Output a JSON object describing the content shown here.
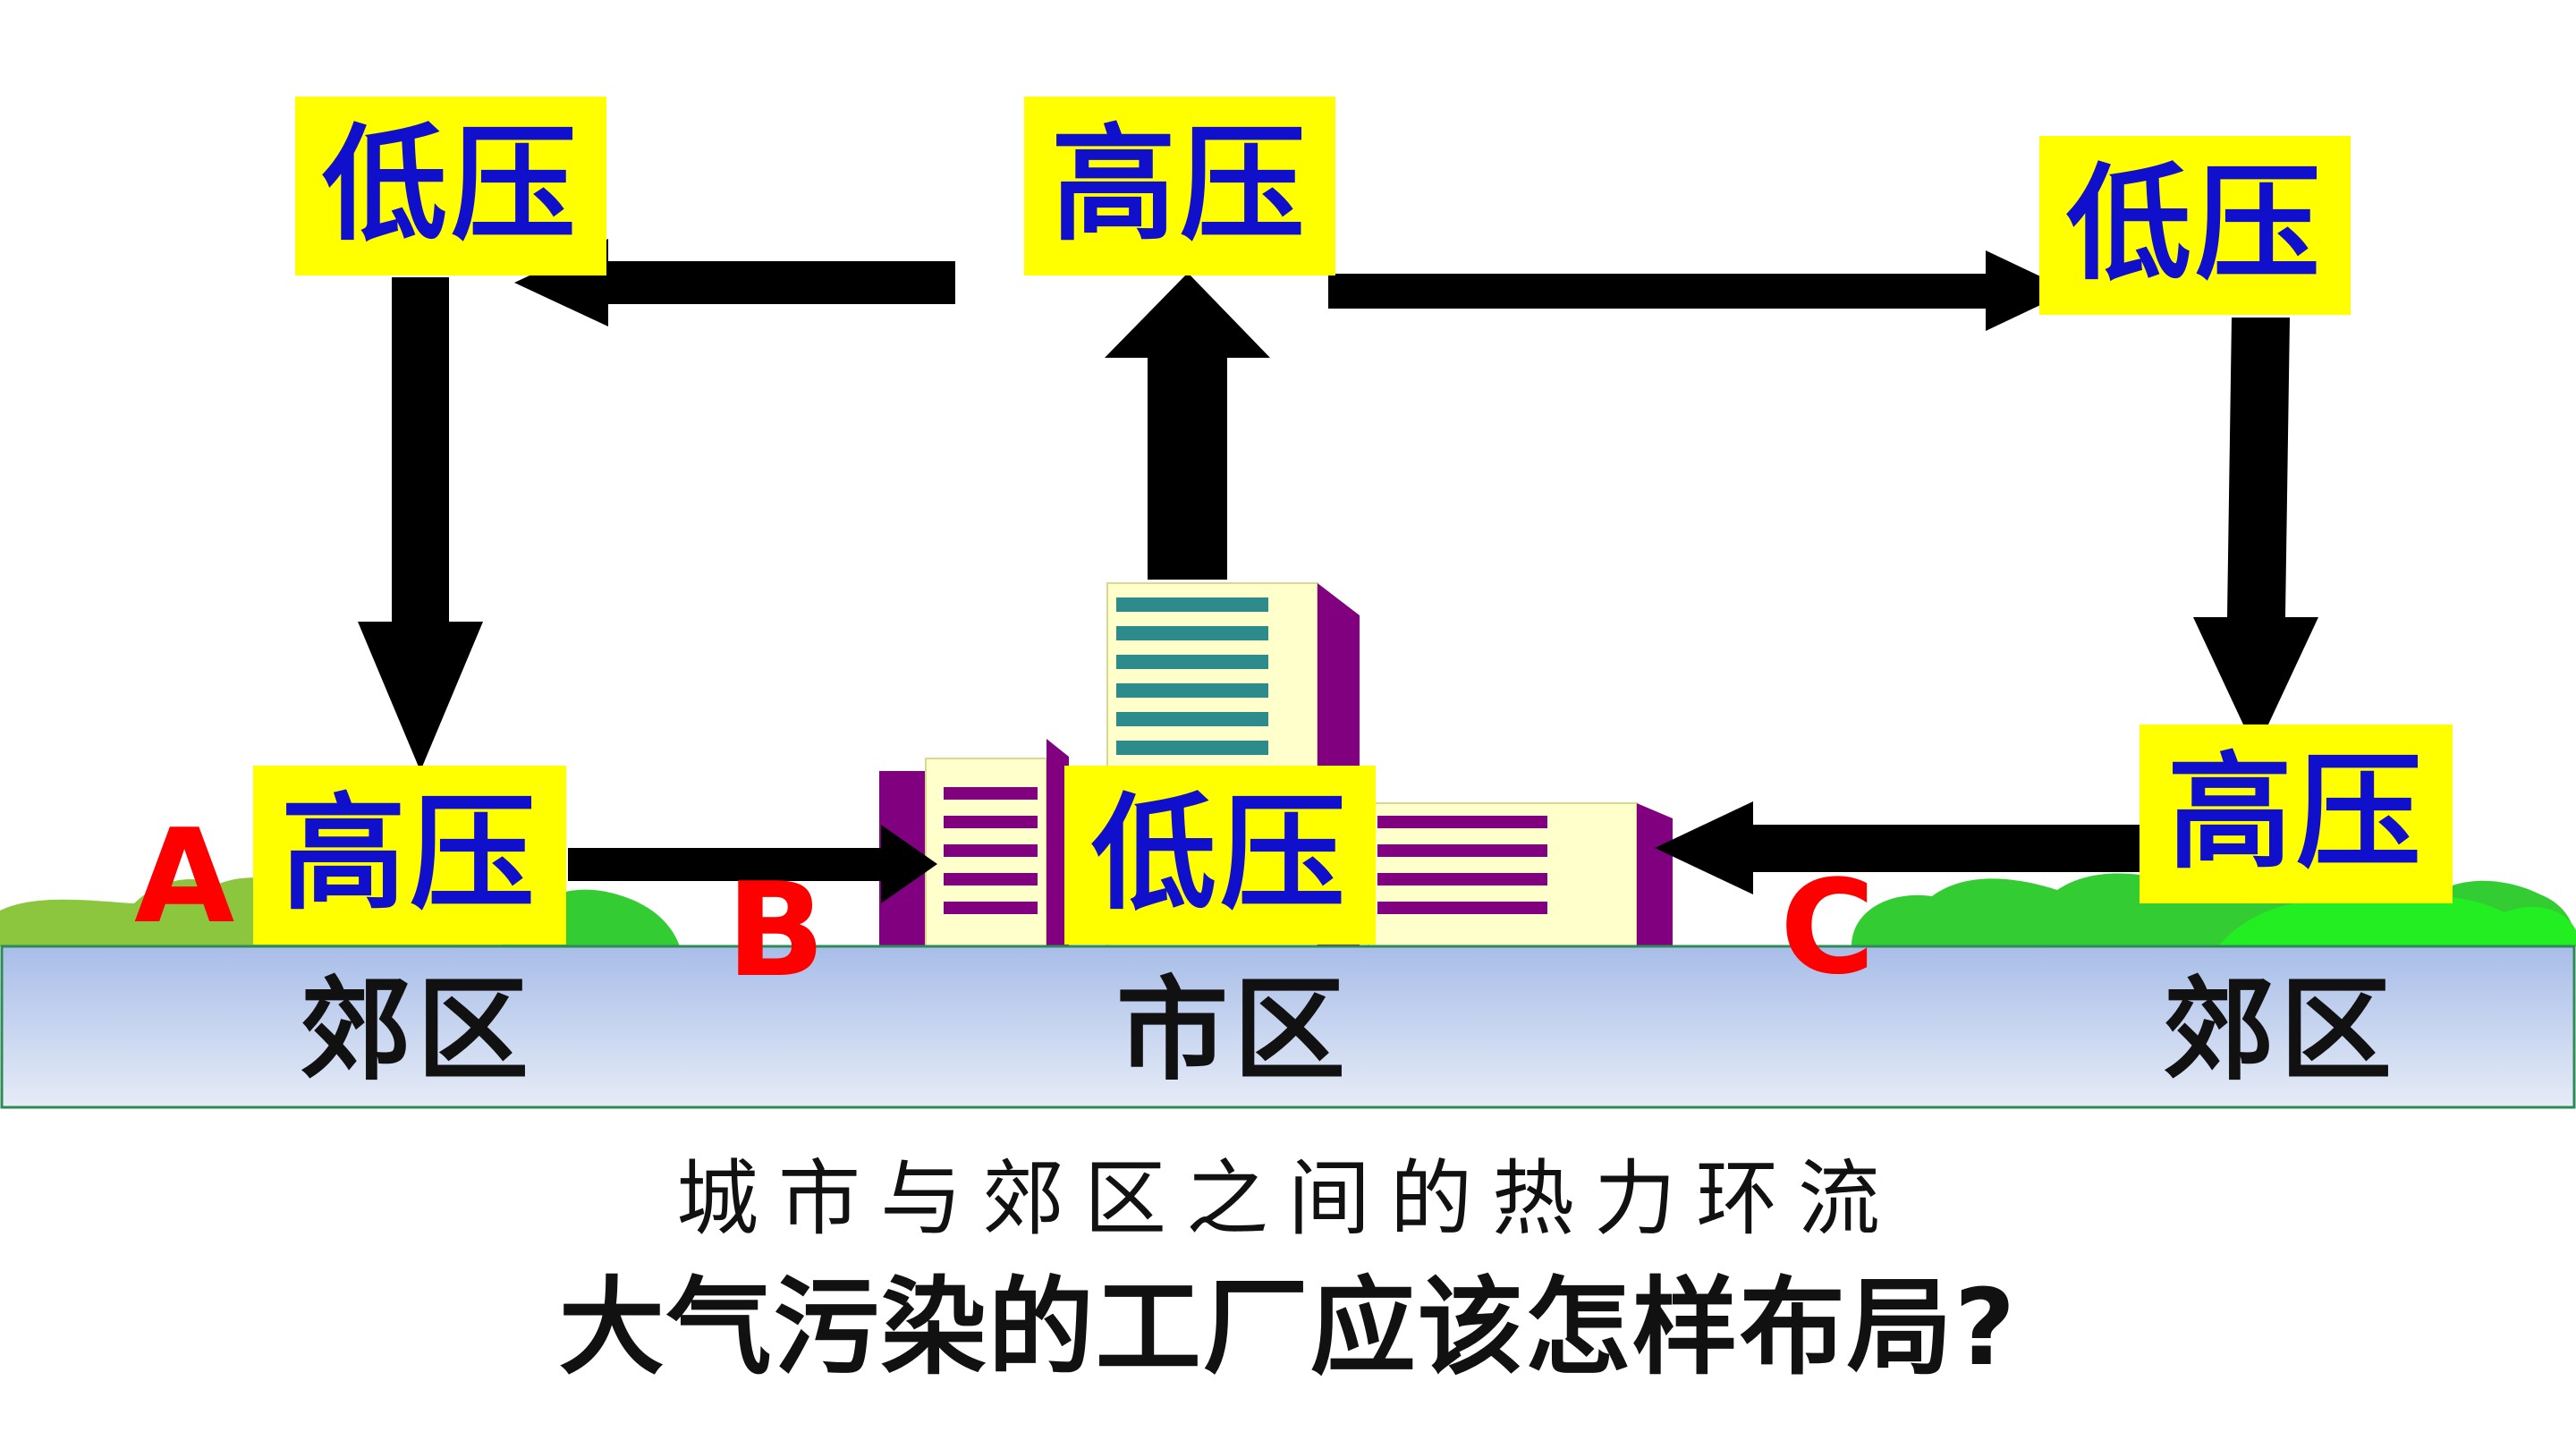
{
  "pressure": {
    "top_left": "低压",
    "top_center": "高压",
    "top_right": "低压",
    "bottom_left": "高压",
    "bottom_center": "低压",
    "bottom_right": "高压"
  },
  "regions": {
    "left": "郊区",
    "center": "市区",
    "right": "郊区"
  },
  "points": {
    "a": "A",
    "b": "B",
    "c": "C"
  },
  "captions": {
    "subtitle": "城市与郊区之间的热力环流",
    "question": "大气污染的工厂应该怎样布局?"
  },
  "colors": {
    "label_box": "#ffff00",
    "label_text": "#1010cc",
    "point_letter": "#ff0000",
    "arrow": "#000000",
    "building_purple": "#800080",
    "building_teal": "#2e8b8b",
    "building_cream": "#ffffcc",
    "vegetation": "#33cc33",
    "ground_top": "#a8bde8",
    "ground_bottom": "#e6ecf7"
  }
}
